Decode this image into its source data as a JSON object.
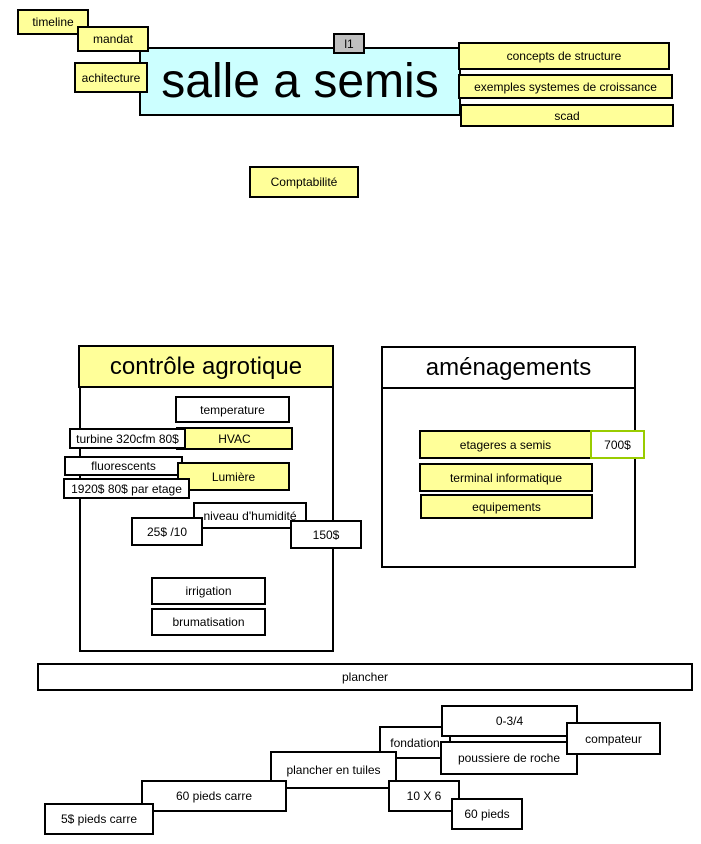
{
  "top": {
    "title": "salle a semis",
    "tag": "l1",
    "left_nodes": [
      "timeline",
      "mandat",
      "achitecture"
    ],
    "right_nodes": [
      "concepts de structure",
      "exemples systemes de croissance",
      "scad"
    ],
    "comptabilite": "Comptabilité"
  },
  "controle": {
    "title": "contrôle agrotique",
    "temperature": "temperature",
    "turbine": "turbine 320cfm 80$",
    "hvac": "HVAC",
    "fluorescents": "fluorescents",
    "etage": "1920$ 80$ par etage",
    "lumiere": "Lumière",
    "humidite": "niveau  d'humidité",
    "price_25": "25$ /10",
    "price_150": "150$",
    "irrigation": "irrigation",
    "brumatisation": "brumatisation"
  },
  "amenagements": {
    "title": "aménagements",
    "etageres": "etageres a semis",
    "price_700": "700$",
    "terminal": "terminal informatique",
    "equipements": "equipements"
  },
  "plancher": {
    "title": "plancher",
    "fondation": "fondation",
    "range": "0-3/4",
    "poussiere": "poussiere de roche",
    "compateur": "compateur",
    "tuiles": "plancher en tuiles",
    "dims": "10 X 6",
    "carre60": "60 pieds carre",
    "pieds60": "60 pieds",
    "carre5": "5$ pieds carre"
  },
  "colors": {
    "yellow": "#ffff99",
    "cyan": "#ccffff",
    "grey": "#c0c0c0",
    "green": "#99cc00"
  }
}
